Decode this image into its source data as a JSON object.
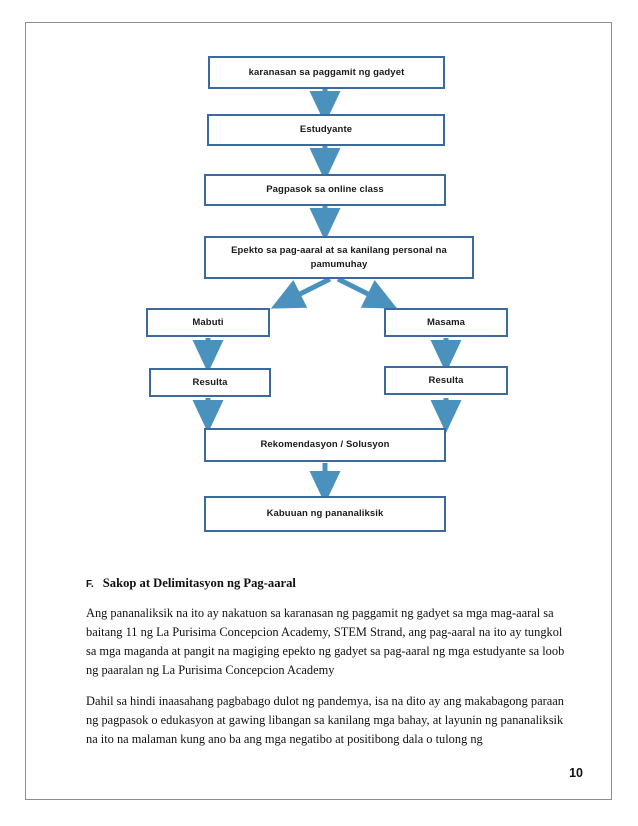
{
  "document": {
    "page_number": "10",
    "colors": {
      "node_border": "#3d6a9e",
      "arrow": "#4a92bd",
      "page_border": "#8d8d8d",
      "text": "#111111"
    }
  },
  "flowchart": {
    "nodes": [
      {
        "id": "karanasan",
        "label": "karanasan sa paggamit ng gadyet"
      },
      {
        "id": "estudyante",
        "label": "Estudyante"
      },
      {
        "id": "pagpasok",
        "label": "Pagpasok sa online class"
      },
      {
        "id": "epekto",
        "label": "Epekto sa pag-aaral at sa kanilang personal na pamumuhay"
      },
      {
        "id": "mabuti",
        "label": "Mabuti"
      },
      {
        "id": "masama",
        "label": "Masama"
      },
      {
        "id": "resulta-left",
        "label": "Resulta"
      },
      {
        "id": "resulta-right",
        "label": "Resulta"
      },
      {
        "id": "rekomendasyon",
        "label": "Rekomendasyon / Solusyon"
      },
      {
        "id": "kabuuan",
        "label": "Kabuuan ng pananaliksik"
      }
    ]
  },
  "section": {
    "letter": "F.",
    "heading": "Sakop at Delimitasyon ng Pag-aaral",
    "paragraphs": [
      "Ang pananaliksik na ito ay nakatuon sa karanasan  ng paggamit ng gadyet sa mga mag-aaral sa baitang 11 ng La Purisima Concepcion Academy, STEM Strand, ang pag-aaral na ito ay tungkol sa mga maganda at pangit na magiging epekto ng gadyet sa pag-aaral ng mga estudyante sa loob ng paaralan ng La Purisima Concepcion Academy",
      "Dahil sa hindi inaasahang pagbabago dulot ng pandemya, isa na dito ay ang makabagong paraan ng pagpasok o edukasyon at gawing libangan sa kanilang mga bahay, at layunin ng pananaliksik na ito na malaman kung ano ba ang mga negatibo at positibong dala o tulong ng"
    ]
  }
}
